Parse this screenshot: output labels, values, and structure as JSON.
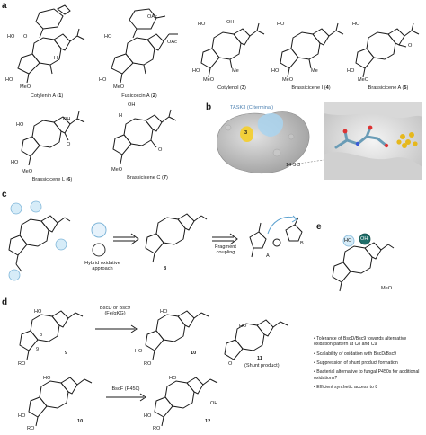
{
  "panels": {
    "a": "a",
    "b": "b",
    "c": "c",
    "d": "d",
    "e": "e"
  },
  "panel_a": {
    "compounds": [
      {
        "name": "Cotylenin A (",
        "num": "1",
        "close": ")"
      },
      {
        "name": "Fusicoccin A (",
        "num": "2",
        "close": ")"
      },
      {
        "name": "Cotylenol (",
        "num": "3",
        "close": ")"
      },
      {
        "name": "Brassicicene I (",
        "num": "4",
        "close": ")"
      },
      {
        "name": "Brassicicene A (",
        "num": "5",
        "close": ")"
      },
      {
        "name": "Brassicicene L (",
        "num": "6",
        "close": ")"
      },
      {
        "name": "Brassicicene C (",
        "num": "7",
        "close": ")"
      }
    ],
    "atoms": {
      "ho": "HO",
      "oh": "OH",
      "meo": "MeO",
      "me": "Me",
      "oac": "OAc",
      "h": "H",
      "o": "O"
    }
  },
  "panel_b": {
    "task3": "TASK3 (C terminal)",
    "protein": "14-3-3",
    "ligand_num": "3"
  },
  "panel_c": {
    "approach": "Hybrid oxidative approach",
    "compound_8": "8",
    "coupling": "Fragment coupling",
    "frag_a": "A",
    "frag_b": "B"
  },
  "panel_d": {
    "reagent1": "BscD or Bsc9 (Fe/αKG)",
    "reagent2": "BscF (P450)",
    "compounds": [
      "9",
      "10",
      "11",
      "10",
      "12"
    ],
    "shunt": "(Shunt product)",
    "c8": "8",
    "c9": "9",
    "ro": "RO"
  },
  "panel_e": {
    "bullets": [
      "• Tolerance of BscD/Bsc9 towards alternative oxidation pattern at C8 and C9",
      "• Scalability of oxidation with BscD/Bsc9",
      "• Suppression of shunt product formation",
      "• Bacterial alternative to fungal P450s for additional oxidations?",
      "• Efficient synthetic access to 8"
    ]
  }
}
